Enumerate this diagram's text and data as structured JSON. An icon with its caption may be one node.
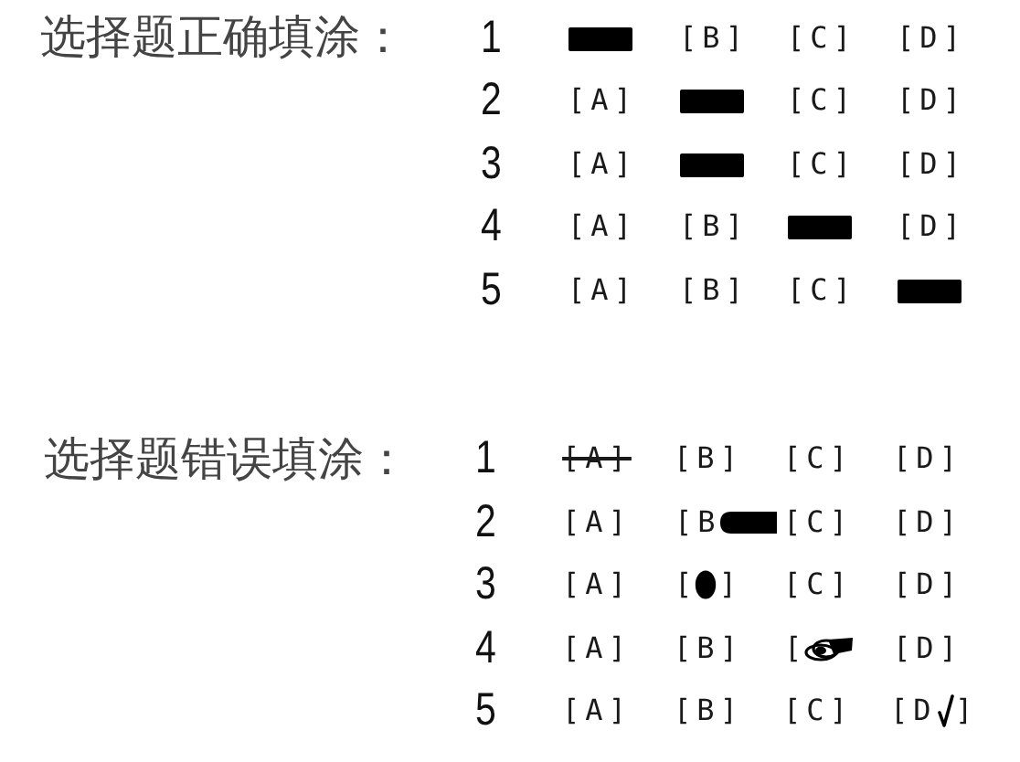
{
  "diagram": {
    "labels": [
      "选择题正确填涂：",
      "1",
      "[B]",
      "[C]",
      "[D]",
      "2",
      "[A]",
      "[C]",
      "[D]",
      "3",
      "[A]",
      "[C]",
      "[D]",
      "4",
      "[A]",
      "[B]",
      "[D]",
      "5",
      "[A]",
      "[B]",
      "[C]",
      "选择题错误填涂：",
      "1",
      "[A]",
      "[B]",
      "[C]",
      "[D]",
      "2",
      "[A]",
      "[B",
      "[C]",
      "[D]",
      "3",
      "[A]",
      "[",
      "]",
      "[C]",
      "[D]",
      "4",
      "[A]",
      "[B]",
      "[",
      "[D]",
      "5",
      "[A]",
      "[B]",
      "[C]",
      "[D",
      "]"
    ]
  }
}
